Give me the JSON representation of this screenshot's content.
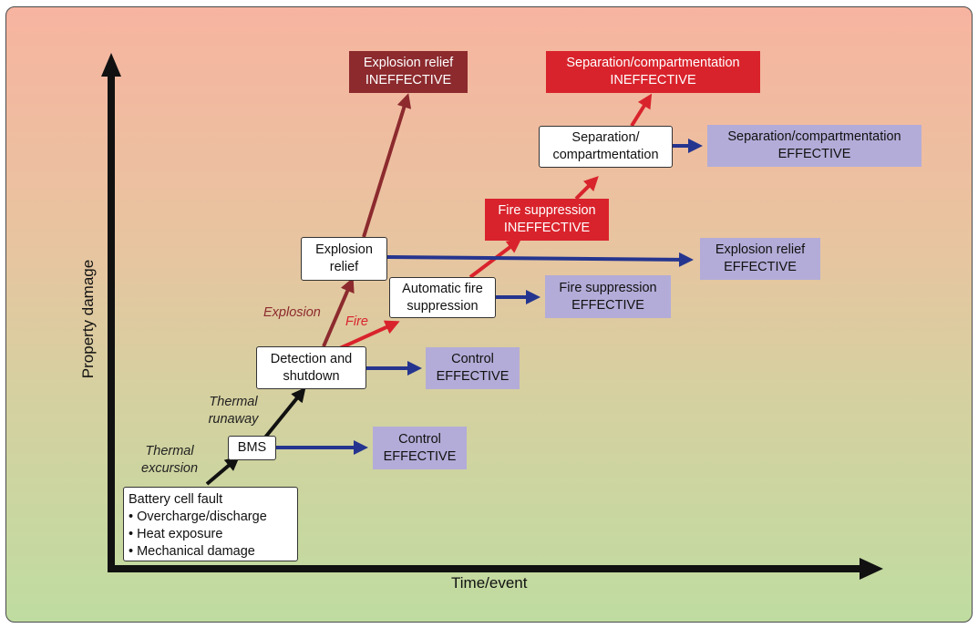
{
  "axes": {
    "x_label": "Time/event",
    "y_label": "Property damage"
  },
  "fault_box": {
    "title": "Battery cell fault",
    "items": [
      "• Overcharge/discharge",
      "• Heat exposure",
      "• Mechanical damage"
    ]
  },
  "stages": {
    "thermal_excursion": [
      "Thermal",
      "excursion"
    ],
    "thermal_runaway": [
      "Thermal",
      "runaway"
    ],
    "explosion": "Explosion",
    "fire": "Fire"
  },
  "control_boxes": {
    "bms": [
      "BMS"
    ],
    "detection": [
      "Detection and",
      "shutdown"
    ],
    "explosion_relief": [
      "Explosion",
      "relief"
    ],
    "fire_suppression": [
      "Automatic fire",
      "suppression"
    ],
    "separation": [
      "Separation/",
      "compartmentation"
    ]
  },
  "outcomes": {
    "bms_effective": [
      "Control",
      "EFFECTIVE"
    ],
    "detection_effective": [
      "Control",
      "EFFECTIVE"
    ],
    "fire_suppression_effective": [
      "Fire suppression",
      "EFFECTIVE"
    ],
    "explosion_relief_effective": [
      "Explosion relief",
      "EFFECTIVE"
    ],
    "separation_effective": [
      "Separation/compartmentation",
      "EFFECTIVE"
    ],
    "fire_suppression_ineffective": [
      "Fire suppression",
      "INEFFECTIVE"
    ],
    "separation_ineffective": [
      "Separation/compartmentation",
      "INEFFECTIVE"
    ],
    "explosion_relief_ineffective": [
      "Explosion relief",
      "INEFFECTIVE"
    ]
  },
  "colors": {
    "effective_path": "#25358f",
    "fire_path": "#d9232c",
    "explosion_path": "#8c2a2e",
    "main_path": "#111111",
    "effective_box": "#b3acd8",
    "background_top": "#f7b4a0",
    "background_bottom": "#bfdca0"
  }
}
